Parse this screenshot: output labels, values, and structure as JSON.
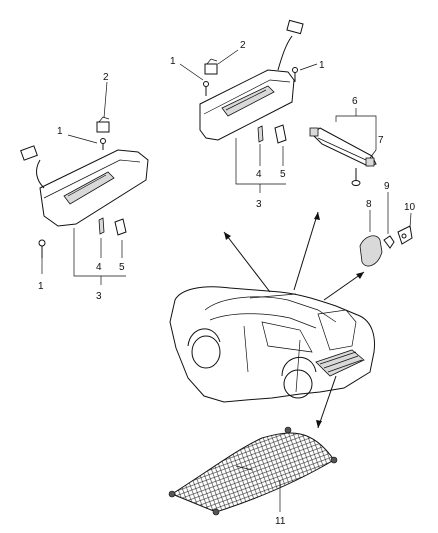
{
  "callouts": {
    "c1_tl": "1",
    "c2_tl": "2",
    "c1_bl": "1",
    "c4_l": "4",
    "c5_l": "5",
    "c3_l": "3",
    "c1_tr_a": "1",
    "c2_tr": "2",
    "c1_tr_b": "1",
    "c4_r": "4",
    "c5_r": "5",
    "c3_r": "3",
    "c6": "6",
    "c7": "7",
    "c8": "8",
    "c9": "9",
    "c10": "10",
    "c11": "11"
  }
}
